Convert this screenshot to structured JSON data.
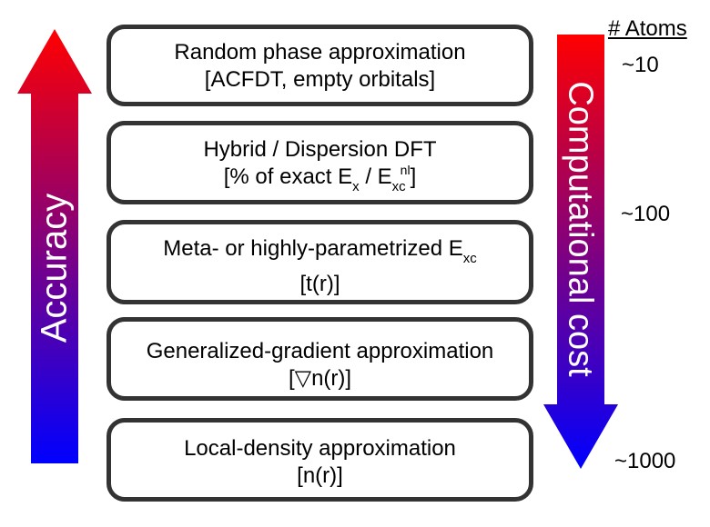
{
  "arrows": {
    "accuracy": {
      "label": "Accuracy",
      "direction": "up",
      "color_top": "#ff0000",
      "color_bottom": "#0000ff"
    },
    "cost": {
      "label": "Computational cost",
      "direction": "down",
      "color_top": "#ff0000",
      "color_bottom": "#0000ff"
    }
  },
  "rungs": [
    {
      "line1": "Random phase approximation",
      "line2": "[ACFDT, empty orbitals]"
    },
    {
      "line1": "Hybrid / Dispersion DFT",
      "line2_prefix": "[% of exact E",
      "line2_sub1": "x",
      "line2_mid": " / E",
      "line2_sub2": "xc",
      "line2_sup": "nl",
      "line2_suffix": "]"
    },
    {
      "line1_prefix": "Meta- or highly-parametrized E",
      "line1_sub": "xc",
      "line2": "[t(r)]"
    },
    {
      "line1": "Generalized-gradient approximation",
      "line2": "[▽n(r)]"
    },
    {
      "line1": "Local-density approximation",
      "line2": "[n(r)]"
    }
  ],
  "atoms": {
    "header": "# Atoms",
    "values": [
      "~10",
      "~100",
      "~1000"
    ]
  },
  "colors": {
    "box_border": "#333333",
    "text": "#000000"
  }
}
